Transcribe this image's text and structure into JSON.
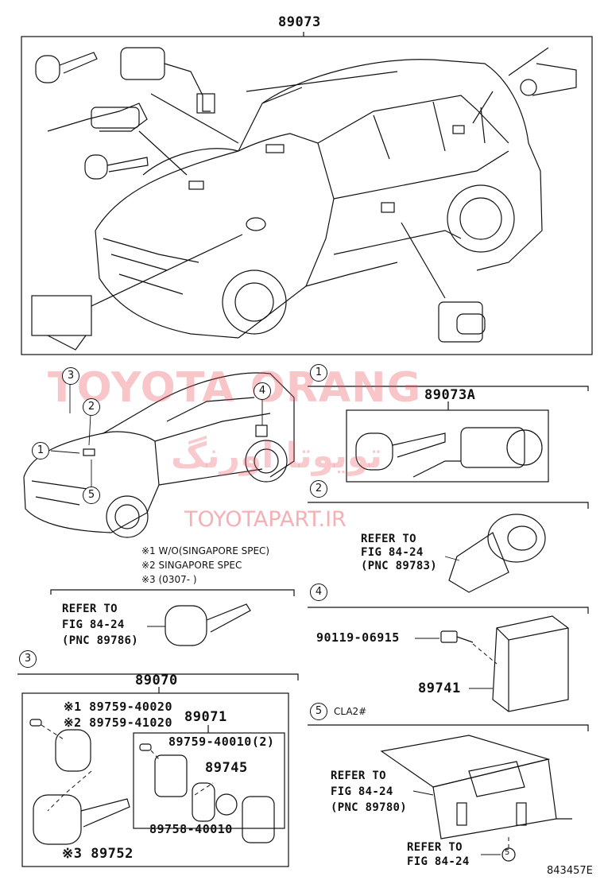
{
  "top": {
    "title": "89073"
  },
  "watermark": {
    "line1": "TOYOTA ORANG",
    "line2": "تويوتا اورنگ",
    "line3": "TOYOTAPART.IR"
  },
  "callouts": {
    "c1": "1",
    "c2": "2",
    "c3": "3",
    "c4": "4",
    "c5": "5"
  },
  "notes": {
    "n1": "※1 W/O(SINGAPORE SPEC)",
    "n2": "※2 SINGAPORE SPEC",
    "n3": "※3 (0307-      )"
  },
  "sec1": {
    "num": "1",
    "part": "89073A"
  },
  "sec2": {
    "num": "2",
    "refer": "REFER TO",
    "fig": "FIG 84-24",
    "pnc": "(PNC 89783)"
  },
  "refer_key": {
    "refer": "REFER TO",
    "fig": "FIG 84-24",
    "pnc": "(PNC 89786)"
  },
  "sec3": {
    "num": "3",
    "part": "89070",
    "sub": "89071",
    "p1": "※1 89759-40020",
    "p2": "※2 89759-41020",
    "p3": "89759-40010(2)",
    "p4": "89745",
    "p5": "89758-40010",
    "p6": "※3 89752"
  },
  "sec4": {
    "num": "4",
    "bolt": "90119-06915",
    "part": "89741"
  },
  "sec5": {
    "num": "5",
    "code": "CLA2#",
    "refer": "REFER TO",
    "fig": "FIG 84-24",
    "pnc": "(PNC 89780)",
    "refer2": "REFER TO",
    "fig2": "FIG 84-24",
    "mark": "5"
  },
  "footer": {
    "code": "843457E"
  }
}
